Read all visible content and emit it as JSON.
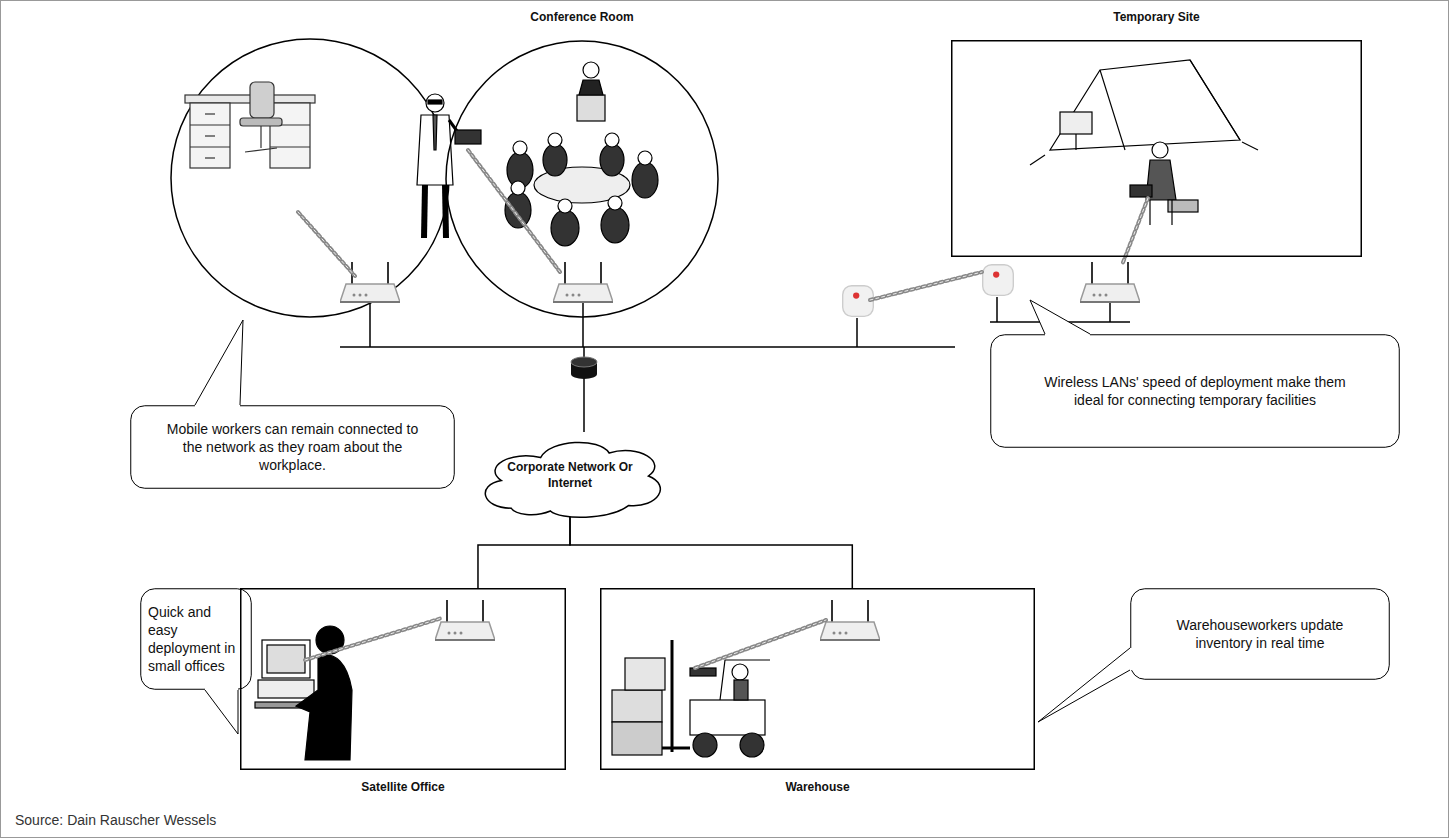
{
  "diagram": {
    "nodes": [
      {
        "text": [
          "Conference Room"
        ]
      },
      {
        "text": [
          "Temporary Site"
        ]
      },
      {
        "text": [
          "Mobile workers can remain connected to the network as they roam about the workplace."
        ]
      },
      {
        "text": [
          "Wireless LANs' speed of deployment make them ideal for connecting temporary facilities"
        ]
      },
      {
        "text": [
          "Corporate Network Or Internet"
        ]
      },
      {
        "text": [
          "Quick and easy deployment in small offices"
        ]
      },
      {
        "text": [
          "Satellite Office"
        ]
      },
      {
        "text": [
          "Warehouse"
        ]
      },
      {
        "text": [
          "Warehouseworkers update inventory in real time"
        ]
      }
    ],
    "edges": [
      {
        "from": 4,
        "to": 6,
        "arrow": "none"
      },
      {
        "from": 4,
        "to": 7,
        "arrow": "none"
      }
    ],
    "labels": [
      "Source: Dain Rauscher Wessels"
    ]
  }
}
